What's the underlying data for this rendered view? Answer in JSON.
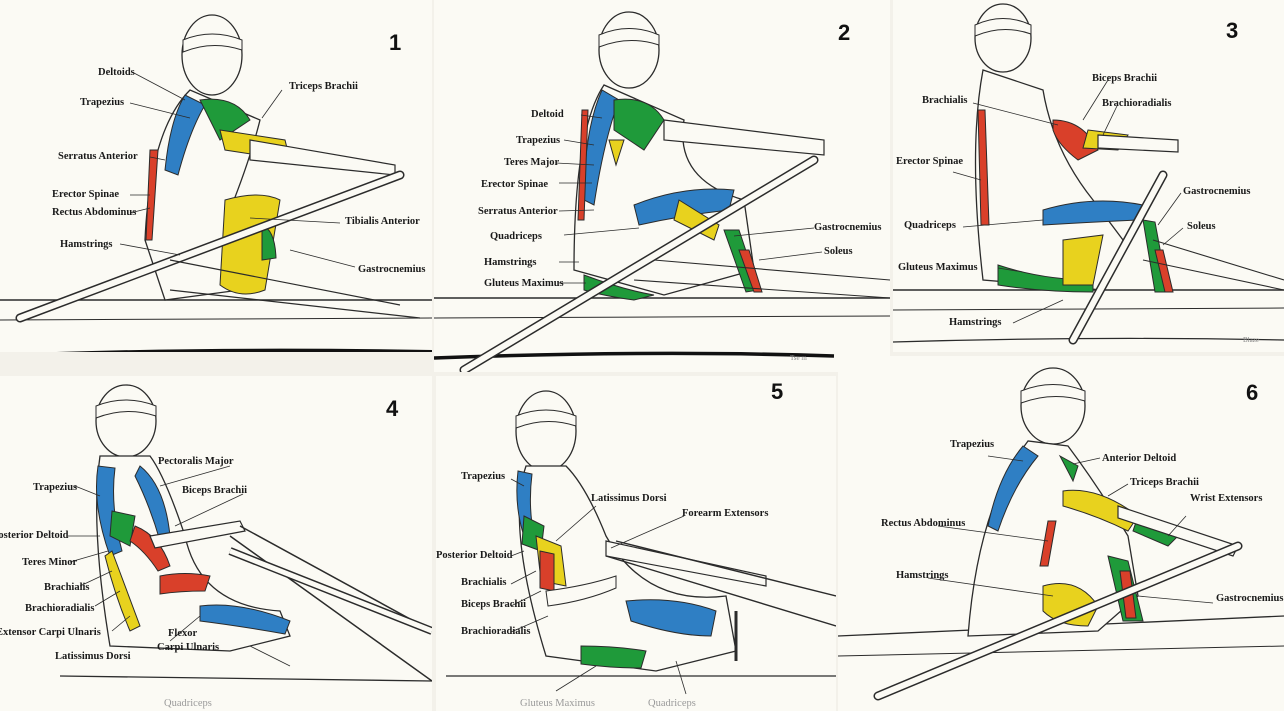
{
  "colors": {
    "background": "#fbfaf4",
    "blue": "#2f7fc4",
    "green": "#1f9a3a",
    "yellow": "#e8d21e",
    "red": "#d9402a",
    "outline": "#2b2b2b"
  },
  "panels": [
    {
      "number": "1",
      "labels": [
        "Deltoids",
        "Trapezius",
        "Triceps Brachii",
        "Serratus Anterior",
        "Erector Spinae",
        "Rectus Abdominus",
        "Tibialis Anterior",
        "Hamstrings",
        "Gastrocnemius"
      ]
    },
    {
      "number": "2",
      "labels": [
        "Deltoid",
        "Trapezius",
        "Teres Major",
        "Erector Spinae",
        "Serratus Anterior",
        "Gastrocnemius",
        "Quadriceps",
        "Soleus",
        "Hamstrings",
        "Gluteus Maximus"
      ],
      "corner_mark": "Tse m"
    },
    {
      "number": "3",
      "labels": [
        "Biceps Brachii",
        "Brachialis",
        "Brachioradialis",
        "Erector Spinae",
        "Gastrocnemius",
        "Soleus",
        "Quadriceps",
        "Gluteus Maximus",
        "Hamstrings"
      ],
      "corner_mark": "Blaze"
    },
    {
      "number": "4",
      "labels": [
        "Pectoralis Major",
        "Trapezius",
        "Biceps Brachii",
        "Posterior Deltoid",
        "Teres Minor",
        "Brachialis",
        "Brachioradialis",
        "Extensor Carpi Ulnaris",
        "Flexor",
        "Carpi Ulnaris",
        "Latissimus Dorsi",
        "Quadriceps"
      ]
    },
    {
      "number": "5",
      "labels": [
        "Trapezius",
        "Latissimus Dorsi",
        "Forearm Extensors",
        "Posterior Deltoid",
        "Brachialis",
        "Biceps Brachii",
        "Brachioradialis",
        "Gluteus Maximus",
        "Quadriceps"
      ]
    },
    {
      "number": "6",
      "labels": [
        "Trapezius",
        "Anterior Deltoid",
        "Triceps Brachii",
        "Wrist Extensors",
        "Rectus Abdominus",
        "Hamstrings",
        "Gastrocnemius"
      ]
    }
  ]
}
